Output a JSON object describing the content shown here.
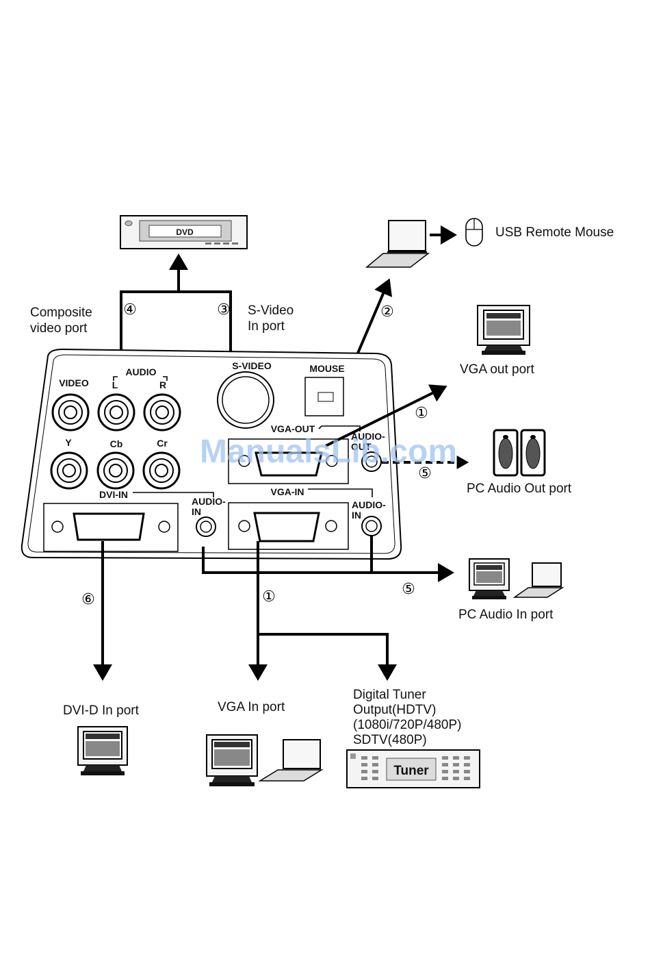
{
  "labels": {
    "composite": [
      "Composite",
      "video port"
    ],
    "svideo": [
      "S-Video",
      "In port"
    ],
    "usb_mouse": "USB Remote Mouse",
    "vga_out_port": "VGA out port",
    "pc_audio_out": "PC Audio Out port",
    "pc_audio_in": "PC Audio In port",
    "dvi_d_in": "DVI-D In port",
    "vga_in_port": "VGA In port",
    "tuner": [
      "Digital Tuner",
      "Output(HDTV)",
      "(1080i/720P/480P)",
      "SDTV(480P)"
    ]
  },
  "panel": {
    "video": "VIDEO",
    "audio": "AUDIO",
    "audio_l": "L",
    "audio_r": "R",
    "y": "Y",
    "cb": "Cb",
    "cr": "Cr",
    "svideo": "S-VIDEO",
    "mouse": "MOUSE",
    "vga_out": "VGA-OUT",
    "audio_out": [
      "AUDIO-",
      "OUT"
    ],
    "dvi_in": "DVI-IN",
    "audio_in_left": [
      "AUDIO-",
      "IN"
    ],
    "vga_in": "VGA-IN",
    "audio_in_right": [
      "AUDIO-",
      "IN"
    ]
  },
  "devices": {
    "dvd": "DVD",
    "tuner": "Tuner"
  },
  "numbers": {
    "n1": "①",
    "n2": "②",
    "n3": "③",
    "n4": "④",
    "n5": "⑤",
    "n6": "⑥"
  },
  "watermark": "ManualsLib.com"
}
